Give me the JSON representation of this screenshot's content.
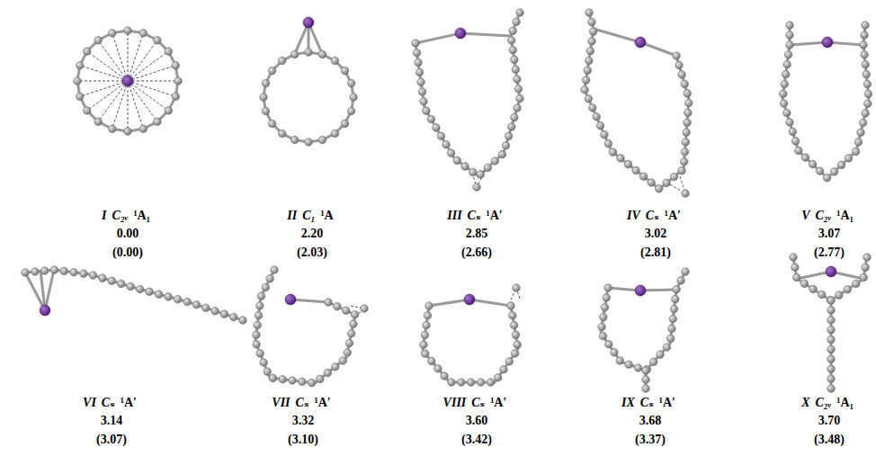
{
  "diagram": {
    "labels": [
      "I",
      "C₂ᵥ",
      "¹A₁",
      "0.00",
      "(0.00)",
      "II",
      "C₁",
      "¹A",
      "2.20",
      "(2.03)",
      "III",
      "Cₛ",
      "¹A′",
      "2.85",
      "(2.66)",
      "IV",
      "Cₛ",
      "¹A′",
      "3.02",
      "(2.81)",
      "V",
      "C₂ᵥ",
      "¹A₁",
      "3.07",
      "(2.77)",
      "VI",
      "Cₛ",
      "¹A′",
      "3.14",
      "(3.07)",
      "VII",
      "Cₛ",
      "¹A′",
      "3.32",
      "(3.10)",
      "VIII",
      "Cₛ",
      "¹A′",
      "3.60",
      "(3.42)",
      "IX",
      "Cₛ",
      "¹A′",
      "3.68",
      "(3.37)",
      "X",
      "C₂ᵥ",
      "¹A₁",
      "3.70",
      "(3.48)"
    ]
  }
}
